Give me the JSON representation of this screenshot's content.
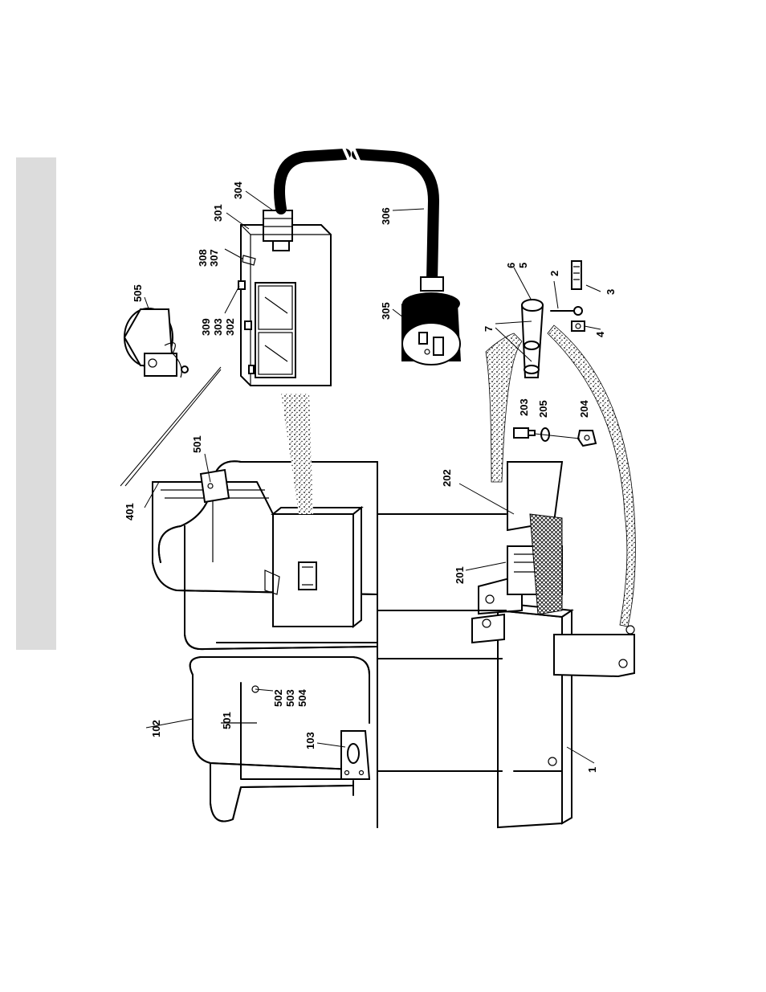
{
  "diagram": {
    "callouts": [
      "1",
      "2",
      "3",
      "4",
      "5",
      "6",
      "7",
      "102",
      "103",
      "201",
      "202",
      "203",
      "204",
      "205",
      "301",
      "302",
      "303",
      "304",
      "305",
      "306",
      "307",
      "308",
      "309",
      "401",
      "501",
      "501",
      "502",
      "503",
      "504",
      "505"
    ]
  },
  "colors": {
    "sidebar": "#dcdcdc",
    "ink": "#000000",
    "paper": "#ffffff"
  },
  "icons": [
    "sidebar-tab"
  ]
}
